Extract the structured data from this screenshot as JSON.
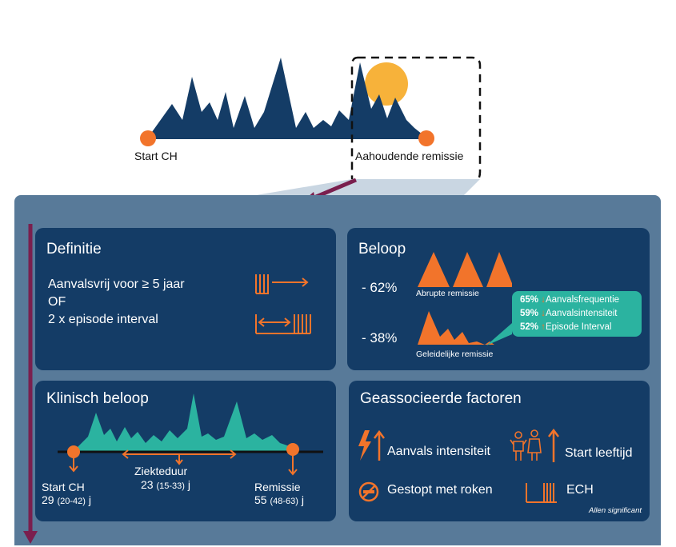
{
  "timeline": {
    "start_label": "Start CH",
    "end_label": "Aahoudende remissie"
  },
  "definitie": {
    "title": "Definitie",
    "line1": "Aanvalsvrij voor ≥ 5 jaar",
    "line2": "OF",
    "line3": "2 x episode interval"
  },
  "beloop": {
    "title": "Beloop",
    "abrupt_pct": "- 62%",
    "abrupt_label": "Abrupte remissie",
    "gradual_pct": "- 38%",
    "gradual_label": "Geleidelijke remissie",
    "callout": [
      {
        "pct": "65%",
        "arrow": "↓",
        "label": "Aanvalsfrequentie"
      },
      {
        "pct": "59%",
        "arrow": "↓",
        "label": "Aanvalsintensiteit"
      },
      {
        "pct": "52%",
        "arrow": "↑",
        "label": "Episode Interval"
      }
    ]
  },
  "klinisch": {
    "title": "Klinisch beloop",
    "start_label": "Start CH",
    "start_value": "29",
    "start_range": "(20-42)",
    "start_unit": "j",
    "duur_label": "Ziekteduur",
    "duur_value": "23",
    "duur_range": "(15-33)",
    "duur_unit": "j",
    "remissie_label": "Remissie",
    "remissie_value": "55",
    "remissie_range": "(48-63)",
    "remissie_unit": "j"
  },
  "factoren": {
    "title": "Geassocieerde factoren",
    "item1": "Aanvals intensiteit",
    "item2": "Start leeftijd",
    "item3": "Gestopt met roken",
    "item4": "ECH",
    "footnote": "Allen significant"
  },
  "colors": {
    "navy": "#143c66",
    "panel": "#587a99",
    "orange": "#f2742b",
    "teal": "#2bb3a0",
    "maroon": "#7a1f4e",
    "sun": "#f7b23a"
  }
}
